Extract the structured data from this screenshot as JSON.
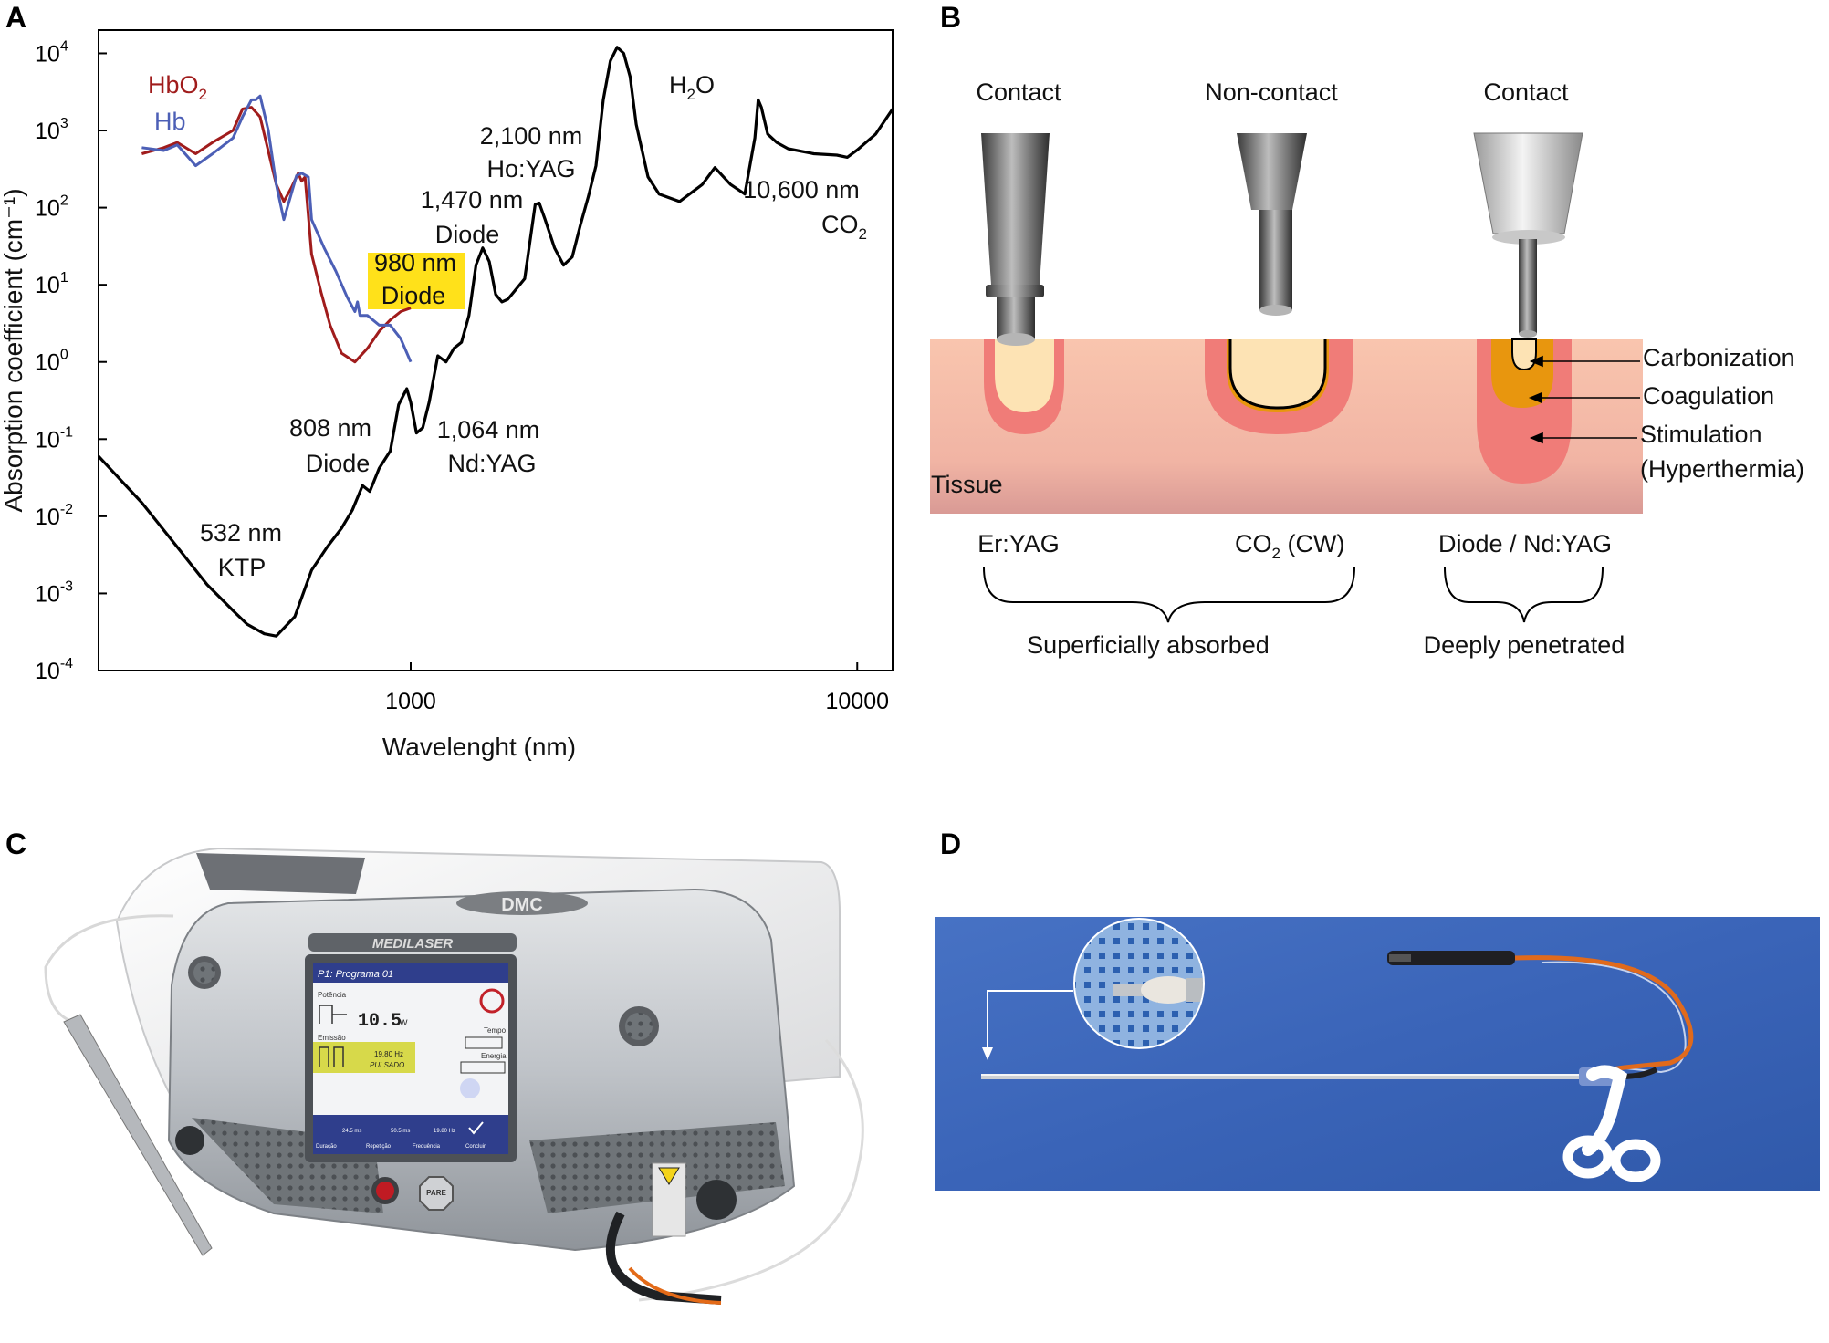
{
  "panels": {
    "a": {
      "letter": "A",
      "chart_data": {
        "type": "line",
        "xscale": "log",
        "yscale": "log",
        "xlim": [
          200,
          12000
        ],
        "ylim": [
          0.0001,
          20000
        ],
        "xlabel": "Wavelenght (nm)",
        "ylabel": "Absorption coefficient (cm⁻¹)",
        "x_ticks": [
          {
            "value": 1000,
            "label": "1000"
          },
          {
            "value": 10000,
            "label": "10000"
          }
        ],
        "y_ticks": [
          {
            "value": 10000,
            "base": "10",
            "exp": "4"
          },
          {
            "value": 1000,
            "base": "10",
            "exp": "3"
          },
          {
            "value": 100,
            "base": "10",
            "exp": "2"
          },
          {
            "value": 10,
            "base": "10",
            "exp": "1"
          },
          {
            "value": 1,
            "base": "10",
            "exp": "0"
          },
          {
            "value": 0.1,
            "base": "10",
            "exp": "-1"
          },
          {
            "value": 0.01,
            "base": "10",
            "exp": "-2"
          },
          {
            "value": 0.001,
            "base": "10",
            "exp": "-3"
          },
          {
            "value": 0.0001,
            "base": "10",
            "exp": "-4"
          }
        ],
        "series": [
          {
            "name": "H2O",
            "color": "#000000",
            "points": [
              [
                200,
                0.06
              ],
              [
                250,
                0.015
              ],
              [
                300,
                0.004
              ],
              [
                350,
                0.0013
              ],
              [
                400,
                0.0006
              ],
              [
                430,
                0.0004
              ],
              [
                470,
                0.0003
              ],
              [
                500,
                0.00028
              ],
              [
                550,
                0.0005
              ],
              [
                600,
                0.002
              ],
              [
                650,
                0.004
              ],
              [
                700,
                0.007
              ],
              [
                740,
                0.012
              ],
              [
                780,
                0.025
              ],
              [
                810,
                0.021
              ],
              [
                850,
                0.042
              ],
              [
                900,
                0.07
              ],
              [
                940,
                0.28
              ],
              [
                980,
                0.45
              ],
              [
                1000,
                0.3
              ],
              [
                1030,
                0.12
              ],
              [
                1064,
                0.14
              ],
              [
                1100,
                0.3
              ],
              [
                1150,
                1.2
              ],
              [
                1200,
                1.0
              ],
              [
                1250,
                1.5
              ],
              [
                1300,
                1.8
              ],
              [
                1350,
                4.0
              ],
              [
                1400,
                18
              ],
              [
                1450,
                30
              ],
              [
                1500,
                20
              ],
              [
                1550,
                7.5
              ],
              [
                1600,
                6
              ],
              [
                1650,
                6.5
              ],
              [
                1700,
                8
              ],
              [
                1800,
                12
              ],
              [
                1900,
                110
              ],
              [
                1940,
                115
              ],
              [
                2000,
                70
              ],
              [
                2100,
                30
              ],
              [
                2200,
                18
              ],
              [
                2300,
                23
              ],
              [
                2400,
                60
              ],
              [
                2500,
                140
              ],
              [
                2600,
                350
              ],
              [
                2700,
                2500
              ],
              [
                2800,
                8000
              ],
              [
                2900,
                12000
              ],
              [
                3000,
                10000
              ],
              [
                3100,
                5000
              ],
              [
                3200,
                1200
              ],
              [
                3400,
                250
              ],
              [
                3600,
                150
              ],
              [
                4000,
                120
              ],
              [
                4500,
                200
              ],
              [
                4800,
                330
              ],
              [
                5200,
                200
              ],
              [
                5600,
                150
              ],
              [
                5900,
                800
              ],
              [
                6000,
                2500
              ],
              [
                6100,
                2000
              ],
              [
                6300,
                900
              ],
              [
                6600,
                700
              ],
              [
                7000,
                580
              ],
              [
                8000,
                500
              ],
              [
                9000,
                480
              ],
              [
                9500,
                450
              ],
              [
                10000,
                560
              ],
              [
                11000,
                900
              ],
              [
                12000,
                1900
              ]
            ]
          },
          {
            "name": "HbO2",
            "color": "#a01c1c",
            "points": [
              [
                250,
                500
              ],
              [
                280,
                600
              ],
              [
                300,
                700
              ],
              [
                330,
                500
              ],
              [
                360,
                700
              ],
              [
                400,
                1000
              ],
              [
                420,
                1900
              ],
              [
                440,
                2000
              ],
              [
                460,
                1500
              ],
              [
                500,
                200
              ],
              [
                520,
                120
              ],
              [
                540,
                180
              ],
              [
                560,
                280
              ],
              [
                570,
                220
              ],
              [
                580,
                250
              ],
              [
                600,
                25
              ],
              [
                630,
                8
              ],
              [
                660,
                3
              ],
              [
                700,
                1.3
              ],
              [
                750,
                1.0
              ],
              [
                800,
                1.5
              ],
              [
                850,
                2.5
              ],
              [
                900,
                3.5
              ],
              [
                950,
                4.5
              ],
              [
                1000,
                5
              ]
            ]
          },
          {
            "name": "Hb",
            "color": "#4c5fb6",
            "points": [
              [
                250,
                600
              ],
              [
                280,
                550
              ],
              [
                300,
                650
              ],
              [
                330,
                350
              ],
              [
                360,
                500
              ],
              [
                400,
                800
              ],
              [
                420,
                1500
              ],
              [
                440,
                2500
              ],
              [
                450,
                2500
              ],
              [
                460,
                2800
              ],
              [
                480,
                1000
              ],
              [
                500,
                200
              ],
              [
                520,
                70
              ],
              [
                540,
                150
              ],
              [
                555,
                260
              ],
              [
                570,
                280
              ],
              [
                590,
                250
              ],
              [
                600,
                70
              ],
              [
                640,
                30
              ],
              [
                680,
                15
              ],
              [
                720,
                7
              ],
              [
                750,
                4.5
              ],
              [
                760,
                6
              ],
              [
                770,
                4
              ],
              [
                800,
                4
              ],
              [
                850,
                3
              ],
              [
                900,
                3
              ],
              [
                950,
                2
              ],
              [
                1000,
                1
              ]
            ]
          }
        ]
      },
      "legend": {
        "hbo2": "HbO",
        "hbo2_sub": "2",
        "hb": "Hb"
      },
      "annotations": {
        "h2o": "H",
        "h2o_sub": "2",
        "h2o_tail": "O",
        "ho_wl": "2,100 nm",
        "ho_name": "Ho:YAG",
        "d1470_wl": "1,470 nm",
        "d1470_name": "Diode",
        "d980_wl": "980 nm",
        "d980_name": "Diode",
        "co2_wl": "10,600 nm",
        "co2_name": "CO",
        "co2_sub": "2",
        "d808_wl": "808 nm",
        "d808_name": "Diode",
        "nd_wl": "1,064 nm",
        "nd_name": "Nd:YAG",
        "ktp_wl": "532 nm",
        "ktp_name": "KTP"
      },
      "highlight_color": "#ffe11a"
    },
    "b": {
      "letter": "B",
      "modes": [
        "Contact",
        "Non-contact",
        "Contact"
      ],
      "zones": [
        "Carbonization",
        "Coagulation",
        "Stimulation",
        "(Hyperthermia)"
      ],
      "tissue_label": "Tissue",
      "lasers": {
        "erYag": "Er:YAG",
        "co2": "CO",
        "co2_sub": "2",
        "co2_tail": " (CW)",
        "diode_nd": "Diode / Nd:YAG"
      },
      "groups": [
        "Superficially absorbed",
        "Deeply penetrated"
      ],
      "colors": {
        "tissue": "#f8c3ad",
        "stimulation": "#f07c78",
        "coagulation": "#e8960e",
        "carbonization_outline": "#000000",
        "core": "#fde3b4"
      }
    },
    "c": {
      "letter": "C",
      "device": {
        "brand": "DMC",
        "model": "MEDILASER",
        "screen_title": "P1: Programa 01",
        "potencia": "Potência",
        "power_value": "10.5",
        "power_unit": "W",
        "emissao": "Emissão",
        "tempo": "Tempo",
        "energia": "Energia",
        "freq_value": "19.80 Hz",
        "pulsado": "PULSADO",
        "duracao_val": "24.5 ms",
        "repeticao_val": "50.5 ms",
        "freq_val2": "19.80 Hz",
        "duracao": "Duração",
        "repeticao": "Repetição",
        "frequencia": "Frequência",
        "concluir": "Concluir",
        "pare": "PARE"
      }
    },
    "d": {
      "letter": "D"
    }
  }
}
